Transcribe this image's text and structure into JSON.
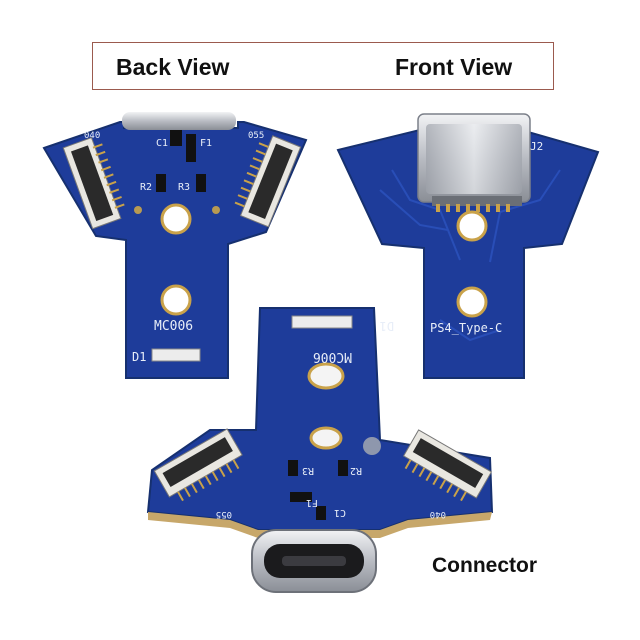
{
  "captions": {
    "back_view": "Back View",
    "front_view": "Front View",
    "connector": "Connector"
  },
  "back_board": {
    "silkscreen": [
      "040",
      "055",
      "C1",
      "F1",
      "R2",
      "R3",
      "MC006",
      "D1"
    ]
  },
  "front_board": {
    "silkscreen": [
      "J2",
      "PS4_Type-C"
    ]
  },
  "angled_board": {
    "silkscreen": [
      "D1",
      "MC006",
      "R3",
      "R2",
      "F1",
      "C1",
      "055",
      "040"
    ]
  },
  "colors": {
    "pcb_blue": "#1e3c9a",
    "pcb_edge": "#16306f",
    "caption_border": "#9b5a4e",
    "connector_metal": "#c9ccd2"
  }
}
